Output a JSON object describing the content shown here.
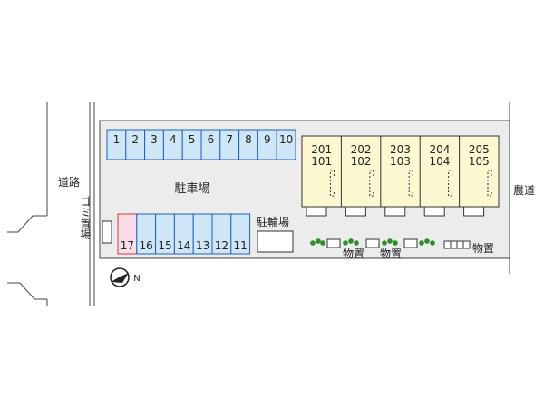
{
  "labels": {
    "road_left": "道路",
    "road_right": "農道",
    "parking": "駐車場",
    "bicycle_parking": "駐輪場",
    "garbage": "ゴミ置場",
    "storage_1": "物置",
    "storage_2": "物置",
    "storage_3": "物置",
    "north_marker": "N"
  },
  "parking_top": [
    "1",
    "2",
    "3",
    "4",
    "5",
    "6",
    "7",
    "8",
    "9",
    "10"
  ],
  "parking_bottom": [
    "17",
    "16",
    "15",
    "14",
    "13",
    "12",
    "11"
  ],
  "units": [
    {
      "upper": "201",
      "lower": "101"
    },
    {
      "upper": "202",
      "lower": "102"
    },
    {
      "upper": "203",
      "lower": "103"
    },
    {
      "upper": "204",
      "lower": "104"
    },
    {
      "upper": "205",
      "lower": "105"
    }
  ],
  "colors": {
    "parking_fill": "#cfe6f7",
    "parking_stroke": "#1e5fc7",
    "parking_special_fill": "#f9dde8",
    "parking_special_stroke": "#d9333a",
    "unit_fill": "#fdf7d2",
    "lot_fill": "#ececec",
    "shrub": "#2e8b2e"
  }
}
